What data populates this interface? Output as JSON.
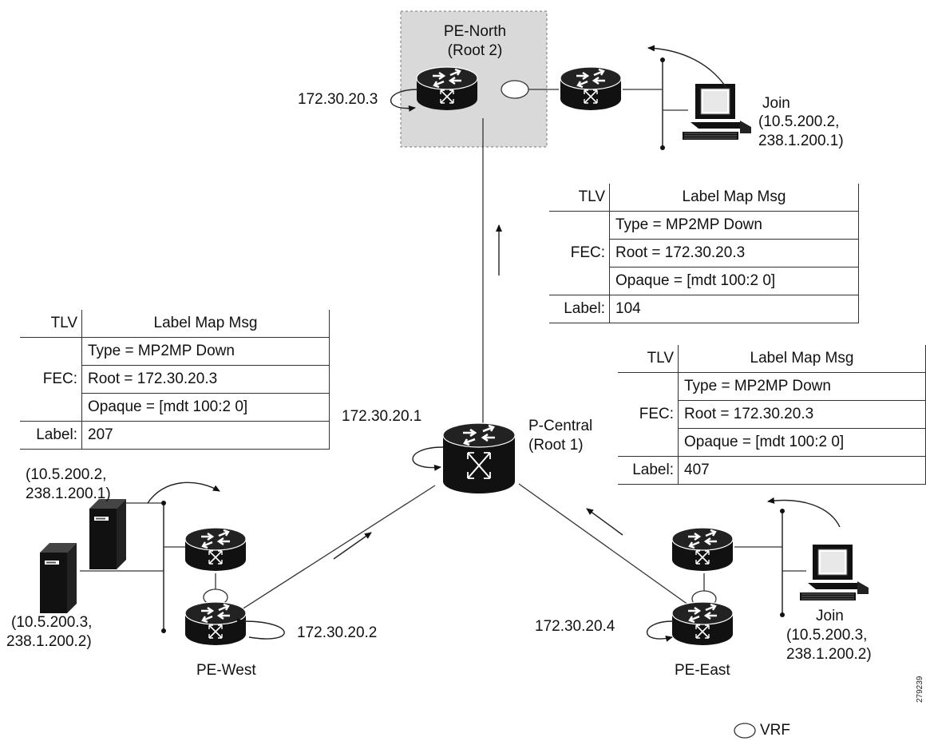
{
  "nodes": {
    "pe_north": {
      "name": "PE-North",
      "role": "(Root 2)",
      "ip": "172.30.20.3"
    },
    "p_central": {
      "name": "P-Central",
      "role": "(Root 1)",
      "ip": "172.30.20.1"
    },
    "pe_west": {
      "name": "PE-West",
      "ip": "172.30.20.2"
    },
    "pe_east": {
      "name": "PE-East",
      "ip": "172.30.20.4"
    }
  },
  "hosts": {
    "north": {
      "join": "Join",
      "addr1": "(10.5.200.2,",
      "addr2": "238.1.200.1)"
    },
    "east": {
      "join": "Join",
      "addr1": "(10.5.200.3,",
      "addr2": "238.1.200.2)"
    },
    "west_upper": {
      "addr1": "(10.5.200.2,",
      "addr2": "238.1.200.1)"
    },
    "west_lower": {
      "addr1": "(10.5.200.3,",
      "addr2": "238.1.200.2)"
    }
  },
  "tables": {
    "north": {
      "tlv": "TLV",
      "header": "Label Map Msg",
      "fec": "FEC:",
      "type": "Type = MP2MP Down",
      "root": "Root = 172.30.20.3",
      "opaque": "Opaque = [mdt 100:2 0]",
      "label_key": "Label:",
      "label_val": "104"
    },
    "west": {
      "tlv": "TLV",
      "header": "Label Map Msg",
      "fec": "FEC:",
      "type": "Type = MP2MP Down",
      "root": "Root = 172.30.20.3",
      "opaque": "Opaque = [mdt 100:2 0]",
      "label_key": "Label:",
      "label_val": "207"
    },
    "east": {
      "tlv": "TLV",
      "header": "Label Map Msg",
      "fec": "FEC:",
      "type": "Type = MP2MP Down",
      "root": "Root = 172.30.20.3",
      "opaque": "Opaque = [mdt 100:2 0]",
      "label_key": "Label:",
      "label_val": "407"
    }
  },
  "legend": {
    "vrf": "VRF"
  },
  "figure_id": "279239",
  "colors": {
    "router": "#111111",
    "root_box": "#d9d9d9",
    "line": "#333333"
  }
}
